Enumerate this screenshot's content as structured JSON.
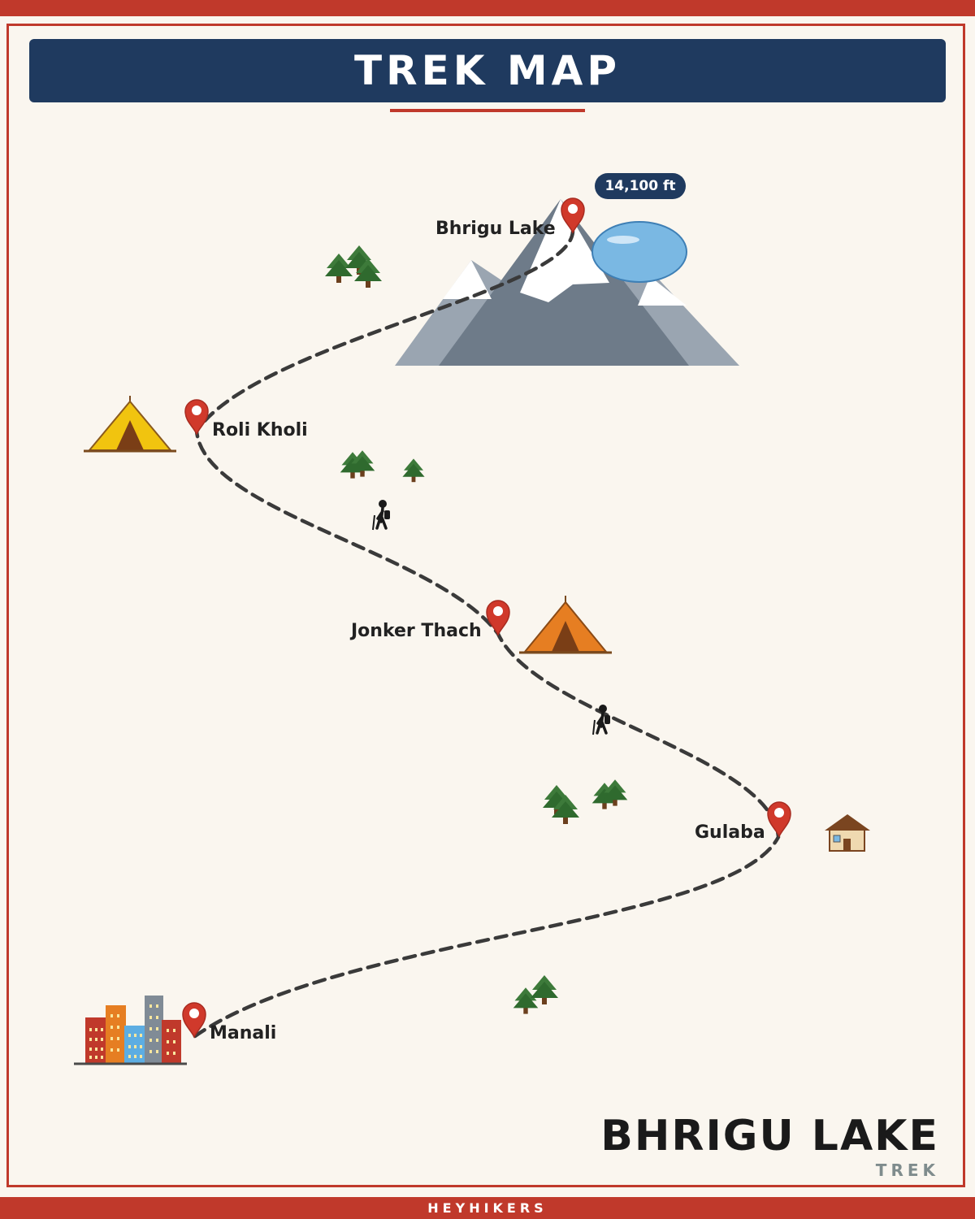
{
  "header": {
    "title": "TREK MAP"
  },
  "route": {
    "stops": [
      {
        "name": "Bhrigu Lake",
        "icon": "lake-icon"
      },
      {
        "name": "Roli Kholi",
        "icon": "tent-icon"
      },
      {
        "name": "Jonker Thach",
        "icon": "tent-icon"
      },
      {
        "name": "Gulaba",
        "icon": "house-icon"
      },
      {
        "name": "Manali",
        "icon": "city-icon"
      }
    ],
    "elevation": "14,100 ft"
  },
  "branding": {
    "title": "BHRIGU LAKE",
    "subtitle": "TREK",
    "footer": "HEYHIKERS"
  },
  "colors": {
    "accent": "#c0392b",
    "banner": "#1f3a5f",
    "background": "#faf6ef",
    "trail": "#3a3a3a",
    "lake": "#7ab8e3",
    "tree": "#3d7a3a",
    "tent_yellow": "#f1c40f",
    "tent_orange": "#e67e22"
  }
}
